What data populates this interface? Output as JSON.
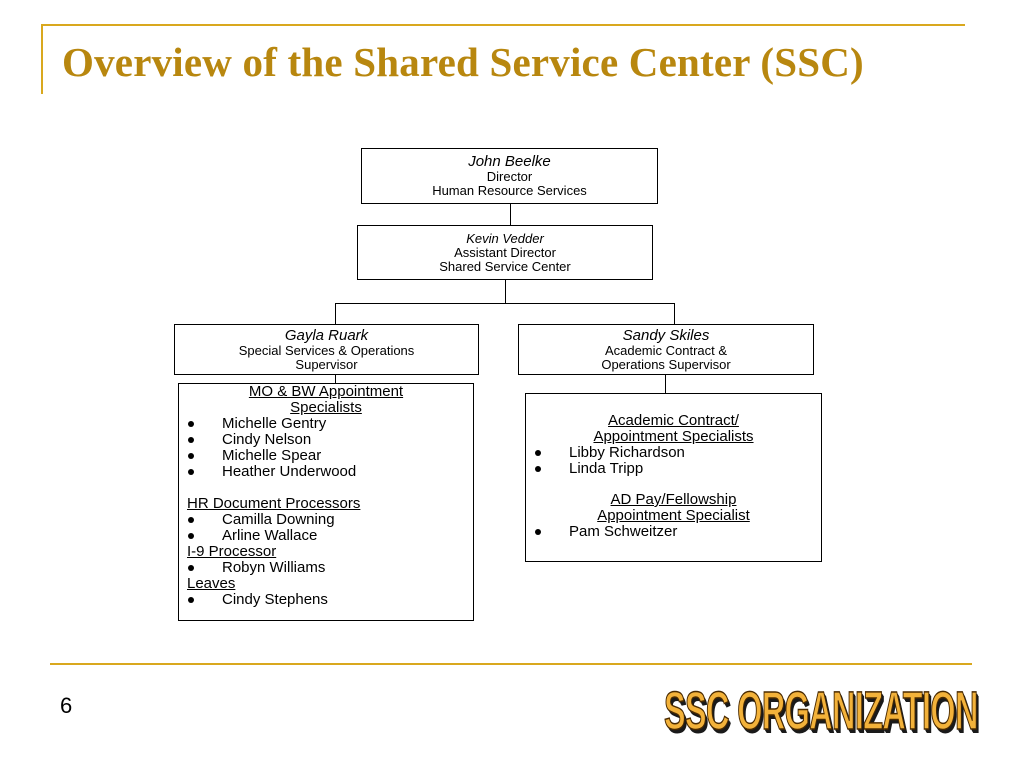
{
  "slide": {
    "title": "Overview of  the Shared Service Center (SSC)",
    "page_number": "6",
    "logo_text": "SSC ORGANIZATION",
    "accent_color": "#d9a81e",
    "title_color": "#b8870f"
  },
  "org": {
    "director": {
      "name": "John Beelke",
      "line1": "Director",
      "line2": "Human Resource Services"
    },
    "assistant": {
      "name": "Kevin Vedder",
      "line1": "Assistant Director",
      "line2": "Shared Service Center"
    },
    "left_supervisor": {
      "name": "Gayla Ruark",
      "line1": "Special Services & Operations",
      "line2": "Supervisor"
    },
    "right_supervisor": {
      "name": "Sandy Skiles",
      "line1": "Academic Contract &",
      "line2": "Operations Supervisor"
    }
  },
  "left_team": {
    "group1": {
      "heading_line1": "MO & BW Appointment",
      "heading_line2": "Specialists",
      "members": [
        "Michelle Gentry",
        "Cindy Nelson",
        "Michelle Spear",
        "Heather Underwood"
      ]
    },
    "group2": {
      "heading": "HR Document Processors",
      "members": [
        "Camilla Downing",
        "Arline Wallace"
      ]
    },
    "group3": {
      "heading": "I-9 Processor",
      "members": [
        "Robyn Williams"
      ]
    },
    "group4": {
      "heading": "Leaves",
      "members": [
        "Cindy Stephens"
      ]
    }
  },
  "right_team": {
    "group1": {
      "heading_line1": "Academic Contract/",
      "heading_line2": "Appointment Specialists",
      "members": [
        "Libby Richardson",
        "Linda Tripp"
      ]
    },
    "group2": {
      "heading_line1": "AD Pay/Fellowship",
      "heading_line2": "Appointment Specialist",
      "members": [
        "Pam Schweitzer"
      ]
    }
  }
}
